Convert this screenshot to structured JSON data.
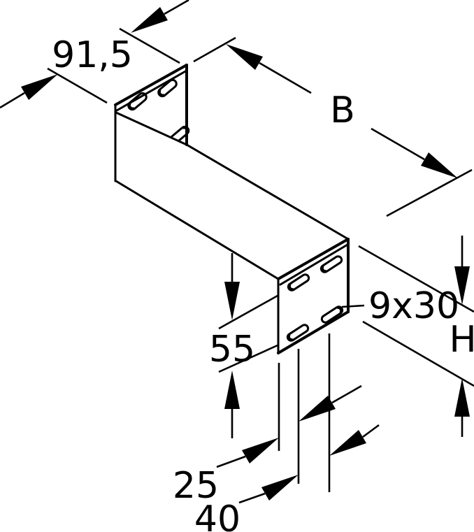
{
  "figure": {
    "kind": "technical-dimension-drawing",
    "colors": {
      "line": "#000000",
      "background": "#ffffff"
    },
    "labels": {
      "depth": "91,5",
      "width": "B",
      "slot_row_distance": "55",
      "slot_size": "9x30",
      "height": "H",
      "slot_edge_distance": "25",
      "slot_pitch": "40"
    }
  }
}
